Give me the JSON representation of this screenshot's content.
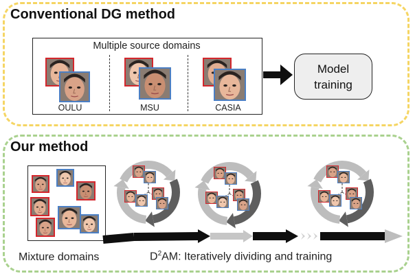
{
  "conventional": {
    "title": "Conventional DG method",
    "source_label": "Multiple source domains",
    "domains": [
      "OULU",
      "MSU",
      "CASIA"
    ],
    "model_box": "Model\ntraining"
  },
  "ours": {
    "title": "Our method",
    "mixture_label": "Mixture domains",
    "d2am_main": "D",
    "d2am_sup": "2",
    "d2am_rest": "AM: Iteratively dividing and training"
  },
  "colors": {
    "top_border": "#f5d563",
    "bottom_border": "#a9d18e",
    "face_red": "#d4262c",
    "face_blue": "#4b7fc4",
    "arrow_dark": "#0f0f0f",
    "cycle_light": "#bdbdbd",
    "cycle_dark": "#5e5e5e"
  }
}
